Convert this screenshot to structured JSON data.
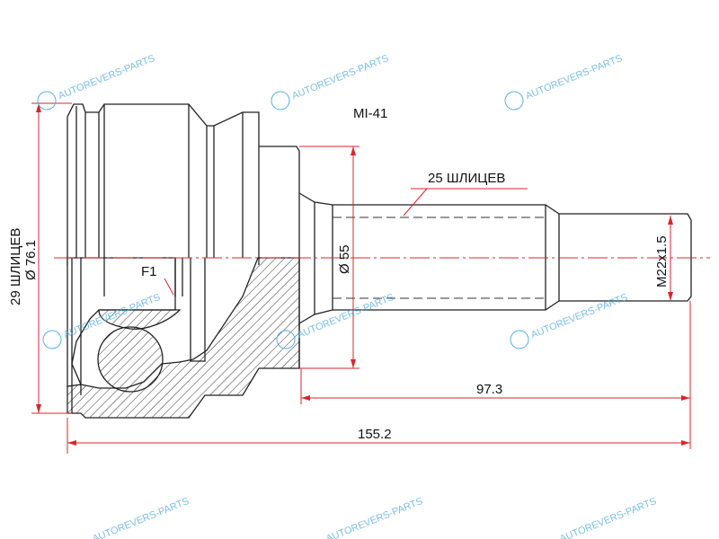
{
  "part_number": "MI-41",
  "labels": {
    "outer_splines": "29 ШЛИЦЕВ",
    "outer_diameter": "Ø 76.1",
    "inner_splines": "25 ШЛИЦЕВ",
    "seal_diameter": "Ø 55",
    "thread": "M22x1.5",
    "shaft_length": "97.3",
    "total_length": "155.2",
    "feature": "F1"
  },
  "watermark": "AUTOREVERS-PARTS",
  "colors": {
    "dimension": "#d8262c",
    "outline": "#222222",
    "watermark": "#5aaee0"
  }
}
